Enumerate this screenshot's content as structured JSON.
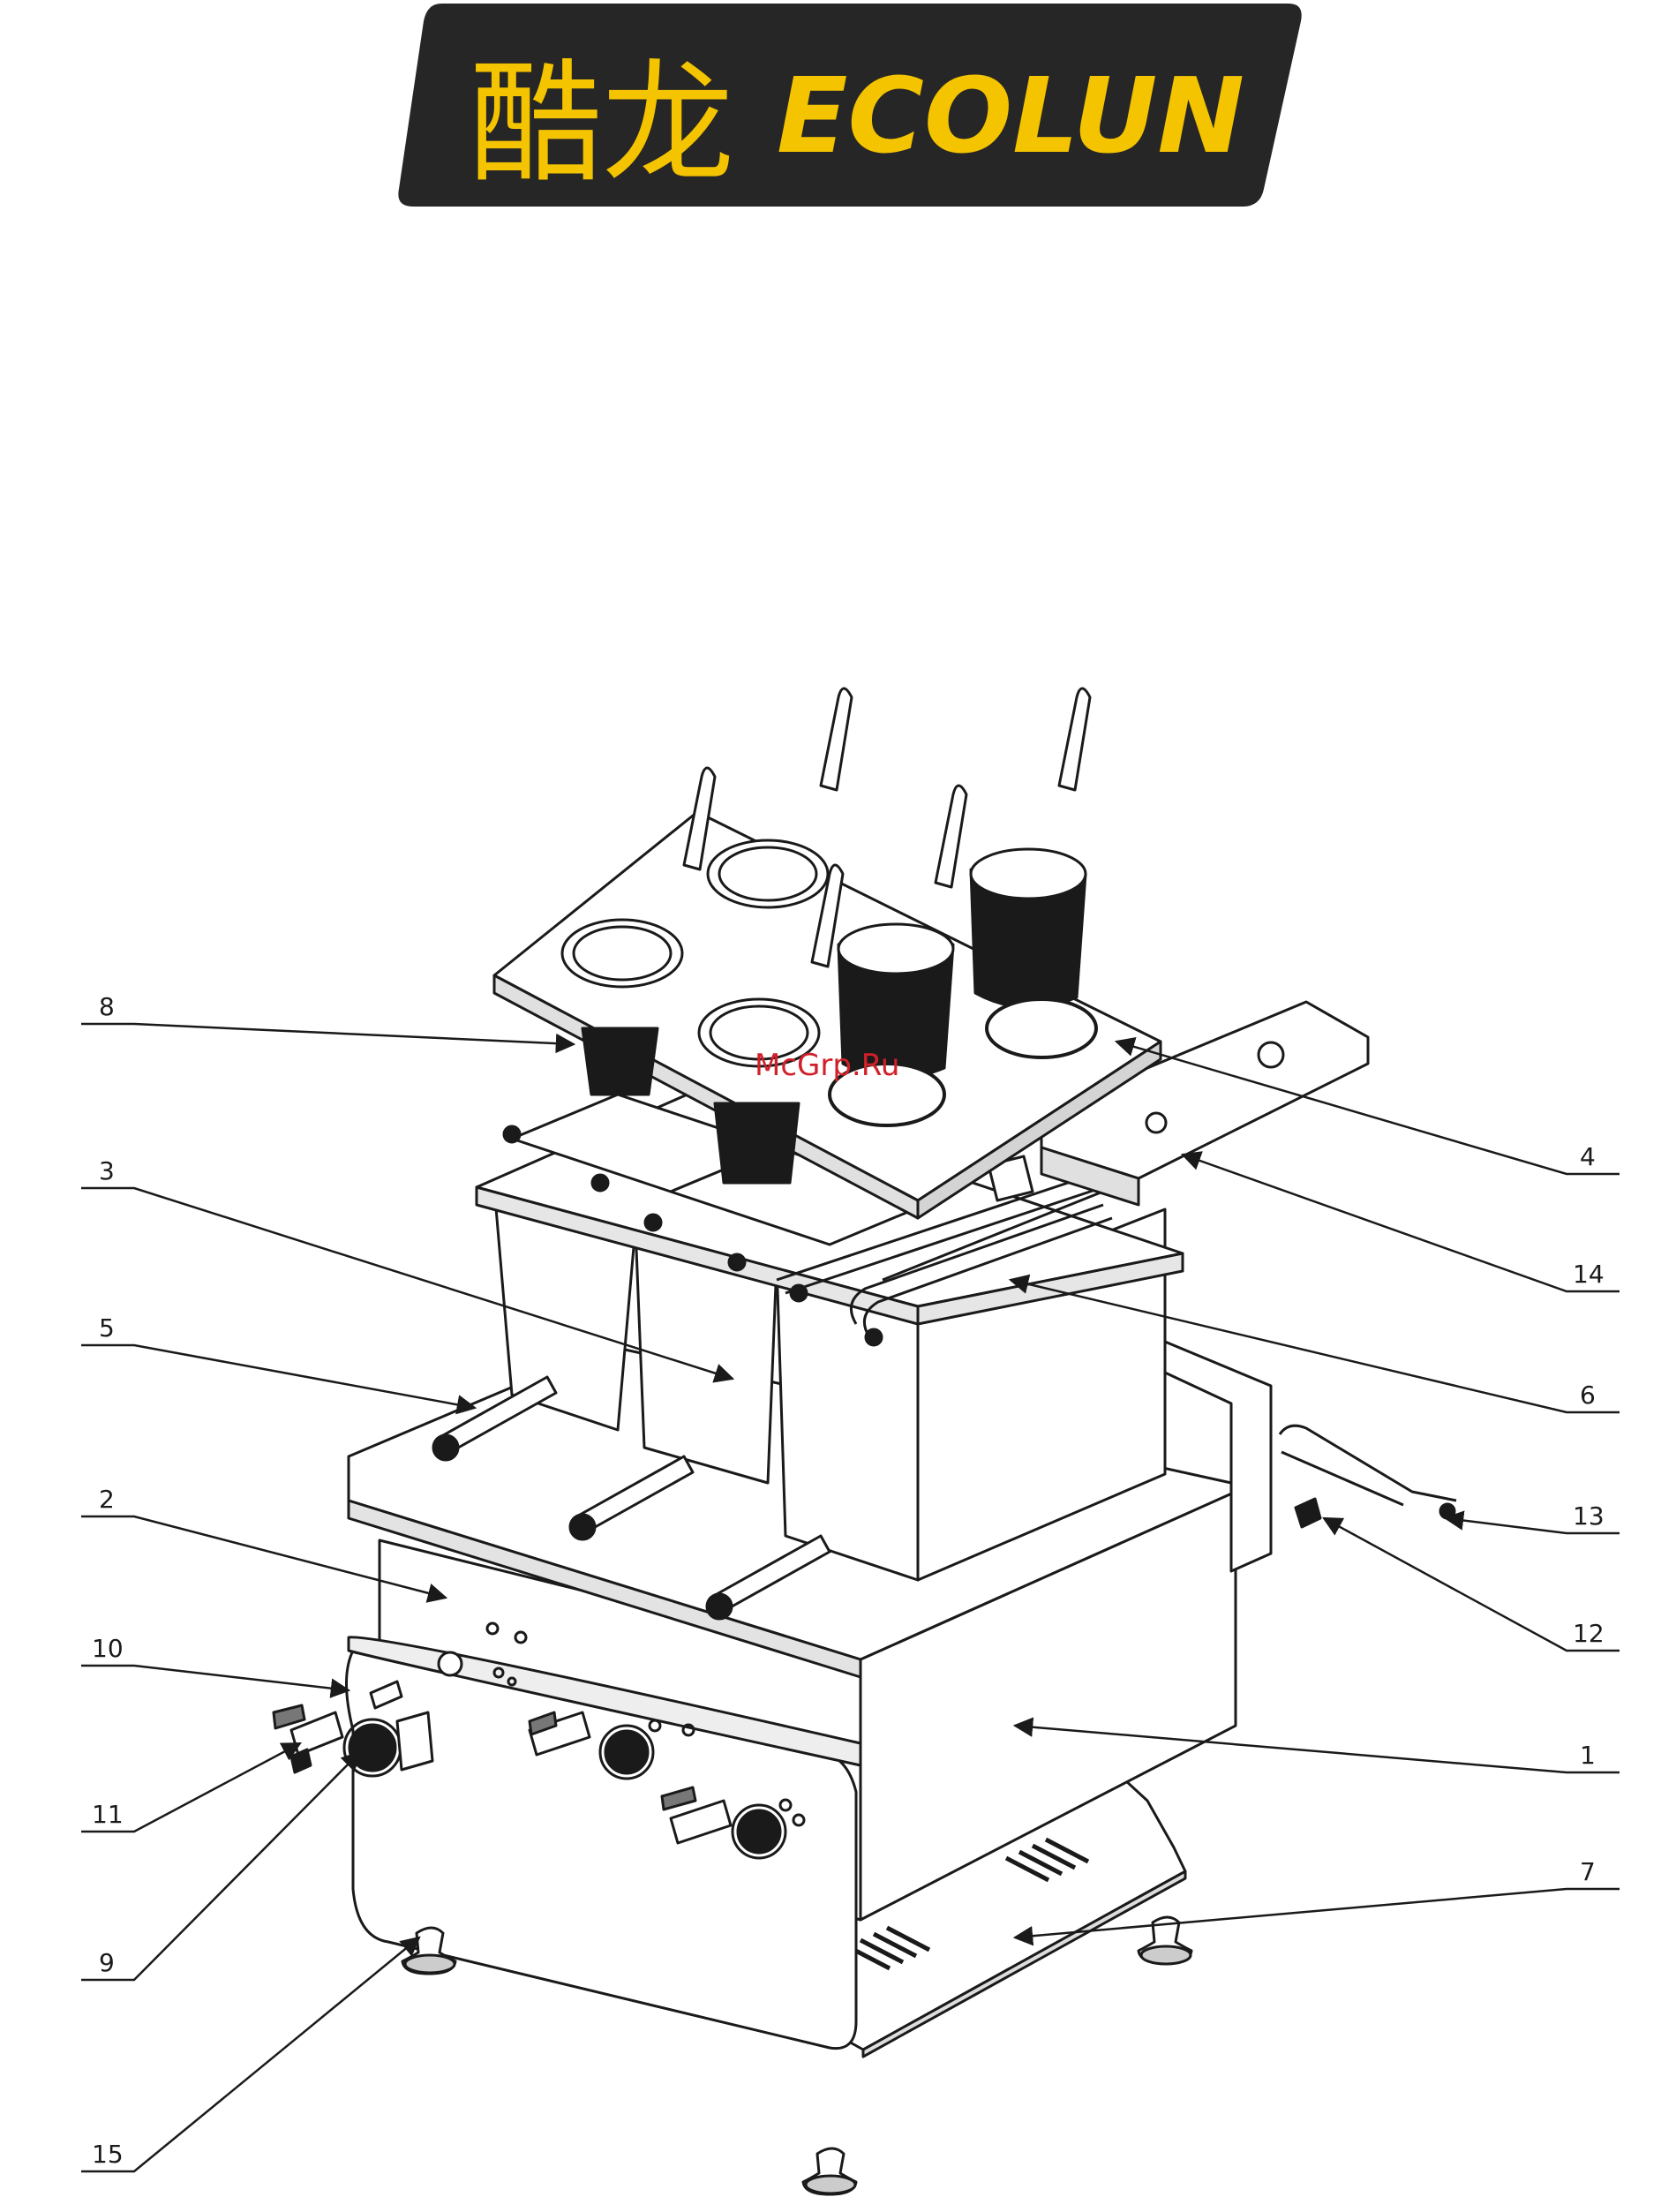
{
  "logo": {
    "cn_text": "酷龙",
    "en_text": "ECOLUN",
    "background": "#262626",
    "text_color": "#f5c400"
  },
  "watermark": {
    "text": "McGrp.Ru",
    "color": "#d2202a"
  },
  "callouts": [
    {
      "id": "callout-8",
      "label": "8"
    },
    {
      "id": "callout-3",
      "label": "3"
    },
    {
      "id": "callout-5",
      "label": "5"
    },
    {
      "id": "callout-2",
      "label": "2"
    },
    {
      "id": "callout-10",
      "label": "10"
    },
    {
      "id": "callout-11",
      "label": "11"
    },
    {
      "id": "callout-9",
      "label": "9"
    },
    {
      "id": "callout-15",
      "label": "15"
    },
    {
      "id": "callout-4",
      "label": "4"
    },
    {
      "id": "callout-14",
      "label": "14"
    },
    {
      "id": "callout-6",
      "label": "6"
    },
    {
      "id": "callout-13",
      "label": "13"
    },
    {
      "id": "callout-12",
      "label": "12"
    },
    {
      "id": "callout-1",
      "label": "1"
    },
    {
      "id": "callout-7",
      "label": "7"
    }
  ],
  "colors": {
    "line": "#1a1a1a",
    "panel": "#f4f4f4",
    "shade": "#cfcfcf"
  }
}
